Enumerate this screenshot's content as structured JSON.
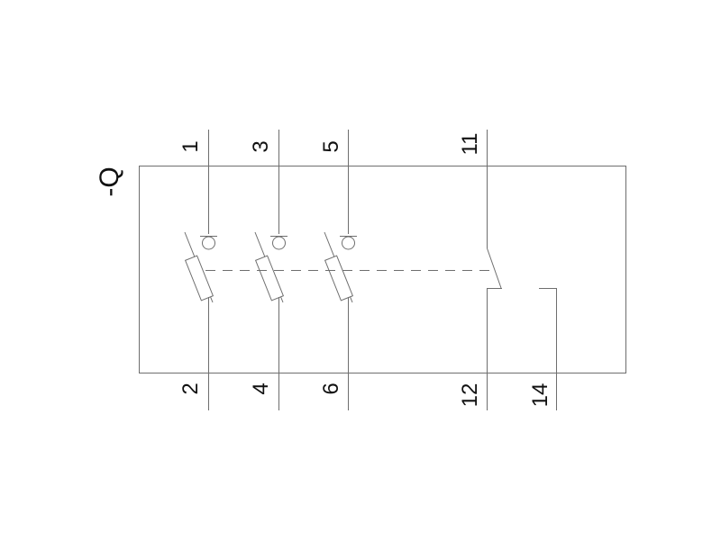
{
  "device": {
    "reference": "-Q"
  },
  "terminals": {
    "top": [
      "1",
      "3",
      "5",
      "11"
    ],
    "bottom": [
      "2",
      "4",
      "6",
      "12",
      "14"
    ]
  },
  "colors": {
    "line": "#6e6e6e",
    "text": "#111111",
    "background": "#ffffff"
  }
}
